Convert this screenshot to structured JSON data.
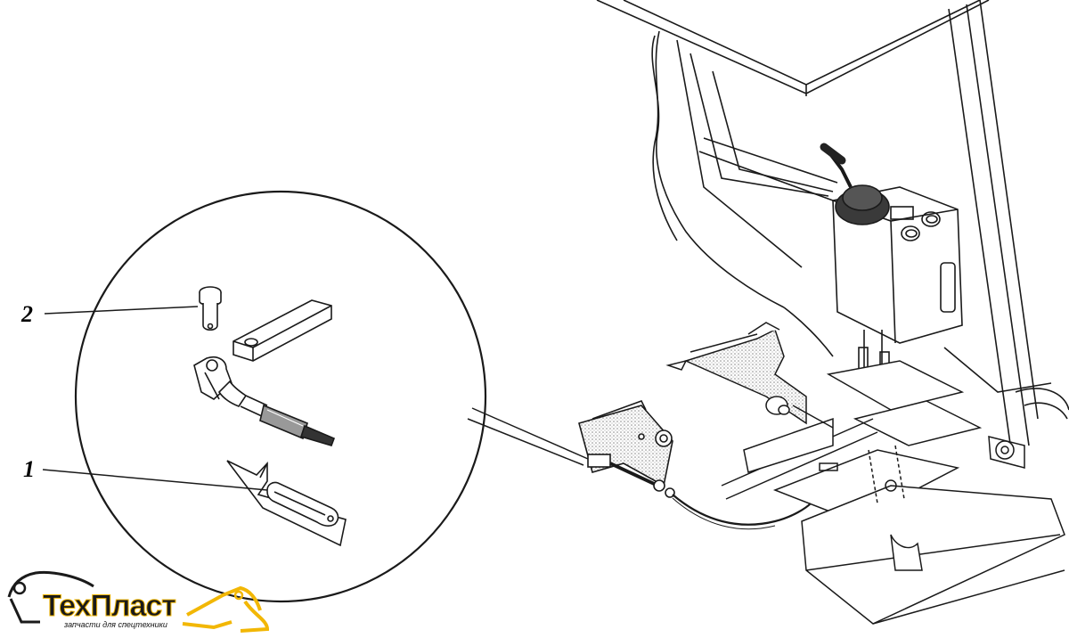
{
  "callouts": [
    {
      "id": "1",
      "label": "1"
    },
    {
      "id": "2",
      "label": "2"
    }
  ],
  "logo": {
    "name_part1": "Тех",
    "name_part2": "Пласт",
    "tagline": "запчасти для спецтехники",
    "color_primary": "#1a1a1a",
    "color_accent": "#f2b705"
  },
  "colors": {
    "line": "#1a1a1a",
    "shade": "#c8c8c8",
    "dark": "#2a2a2a"
  }
}
